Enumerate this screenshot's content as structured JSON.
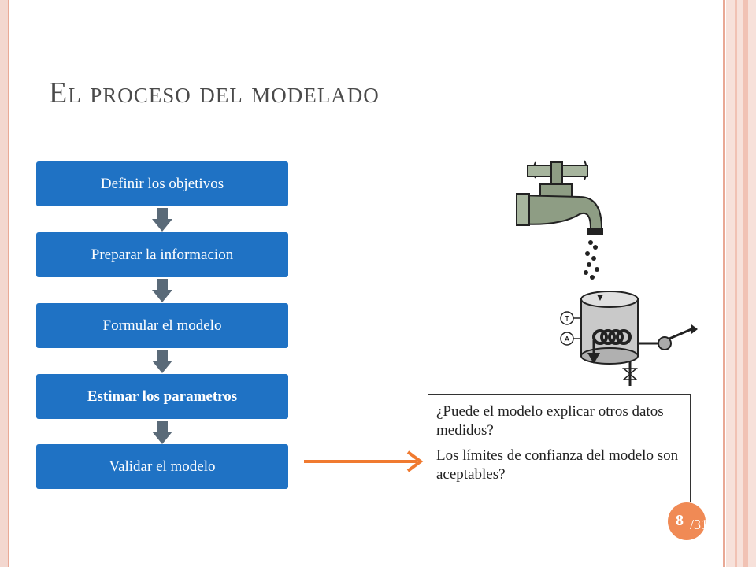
{
  "slide": {
    "title": "El proceso del modelado",
    "steps": [
      {
        "label": "Definir los objetivos",
        "bold": false
      },
      {
        "label": "Preparar la informacion",
        "bold": false
      },
      {
        "label": "Formular el modelo",
        "bold": false
      },
      {
        "label": "Estimar los parametros",
        "bold": true
      },
      {
        "label": "Validar el modelo",
        "bold": false
      }
    ],
    "question_box": {
      "line1": "¿Puede el modelo explicar otros datos medidos?",
      "line2": "Los límites de confianza del modelo son aceptables?"
    },
    "diagram_labels": {
      "t": "T",
      "a": "A"
    },
    "page": {
      "number": "8",
      "total": "/31"
    },
    "colors": {
      "step_fill": "#1f72c4",
      "arrow_gray": "#5a6a78",
      "accent_orange": "#f07a30",
      "badge": "#f08a55"
    }
  }
}
